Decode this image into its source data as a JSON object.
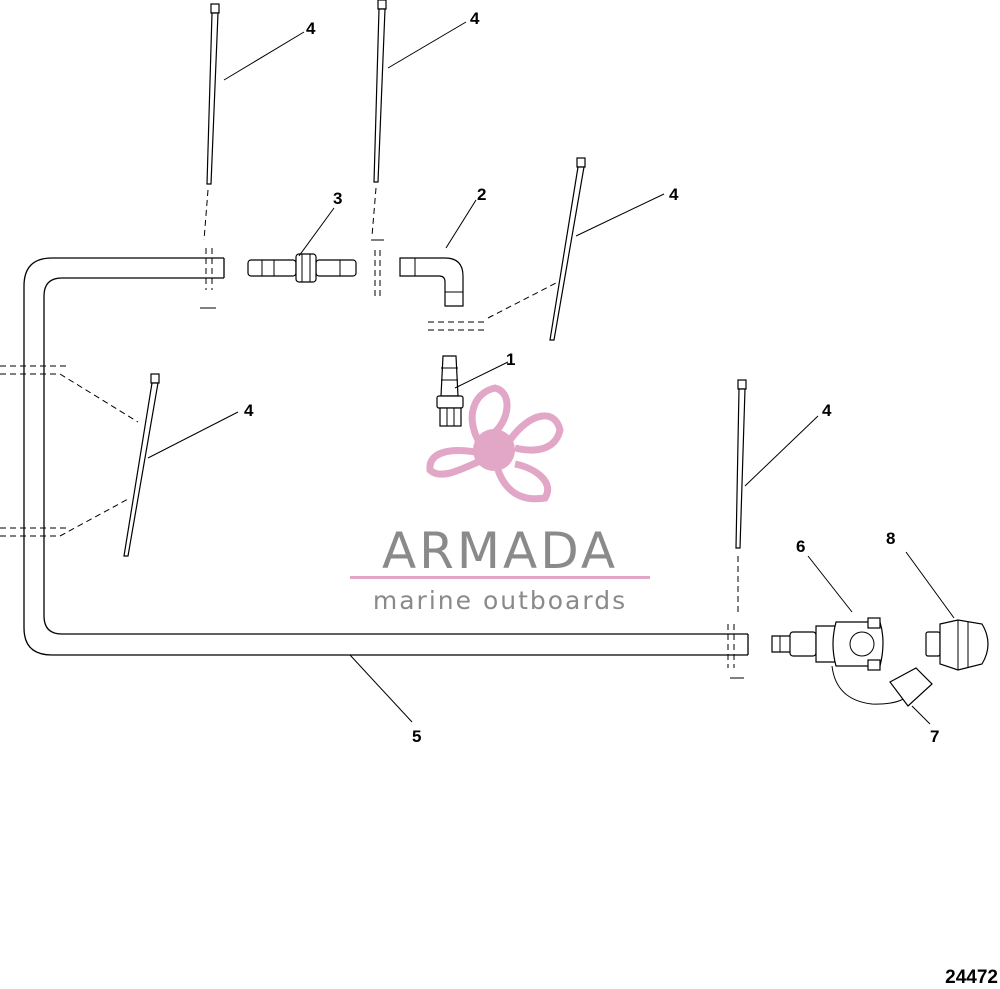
{
  "callouts": {
    "c1": "1",
    "c2": "2",
    "c3": "3",
    "c4a": "4",
    "c4b": "4",
    "c4c": "4",
    "c4d": "4",
    "c4e": "4",
    "c5": "5",
    "c6": "6",
    "c7": "7",
    "c8": "8"
  },
  "watermark": {
    "brand": "ARMADA",
    "tagline": "marine outboards",
    "color_text": "#8a8a8a",
    "color_logo": "#e2a6c6"
  },
  "figure_number": "24472"
}
